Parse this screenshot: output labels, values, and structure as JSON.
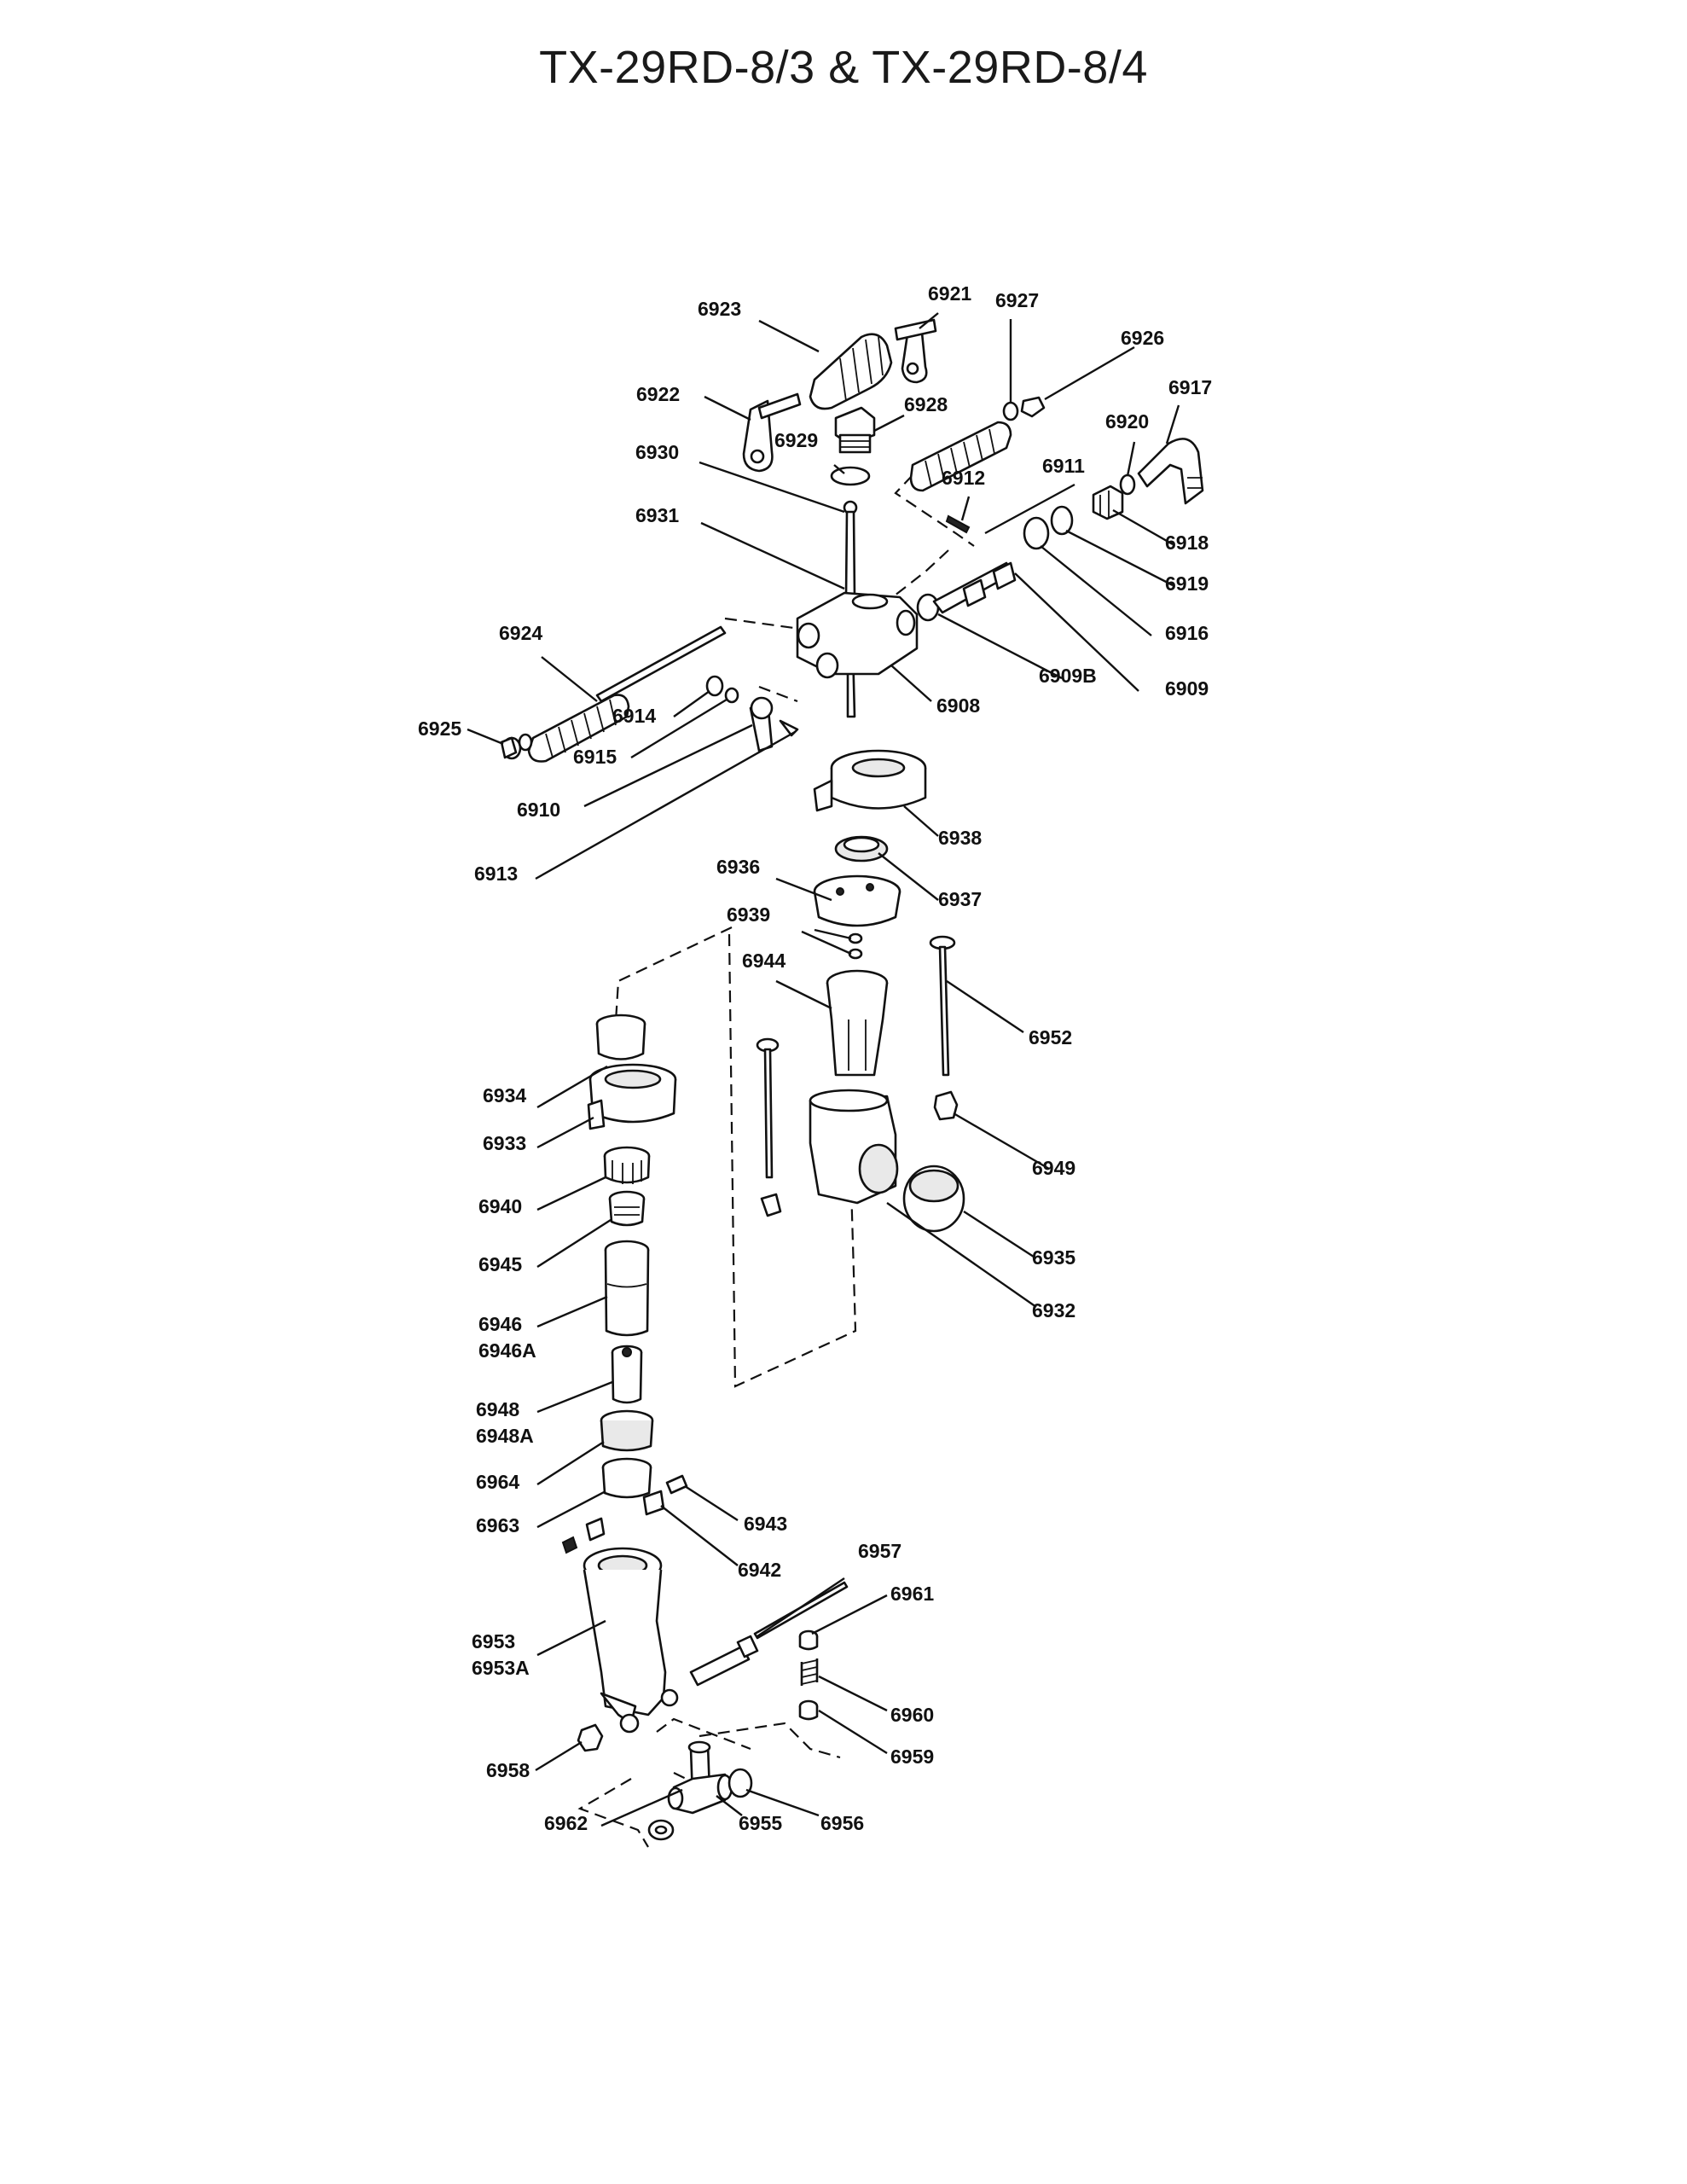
{
  "title": "TX-29RD-8/3 & TX-29RD-8/4",
  "parts": [
    {
      "id": "p6923",
      "text": "6923"
    },
    {
      "id": "p6921",
      "text": "6921"
    },
    {
      "id": "p6927",
      "text": "6927"
    },
    {
      "id": "p6926",
      "text": "6926"
    },
    {
      "id": "p6917",
      "text": "6917"
    },
    {
      "id": "p6922",
      "text": "6922"
    },
    {
      "id": "p6928",
      "text": "6928"
    },
    {
      "id": "p6920",
      "text": "6920"
    },
    {
      "id": "p6929",
      "text": "6929"
    },
    {
      "id": "p6930",
      "text": "6930"
    },
    {
      "id": "p6912",
      "text": "6912"
    },
    {
      "id": "p6911",
      "text": "6911"
    },
    {
      "id": "p6931",
      "text": "6931"
    },
    {
      "id": "p6918",
      "text": "6918"
    },
    {
      "id": "p6919",
      "text": "6919"
    },
    {
      "id": "p6924",
      "text": "6924"
    },
    {
      "id": "p6916",
      "text": "6916"
    },
    {
      "id": "p6909B",
      "text": "6909B"
    },
    {
      "id": "p6909",
      "text": "6909"
    },
    {
      "id": "p6914",
      "text": "6914"
    },
    {
      "id": "p6908",
      "text": "6908"
    },
    {
      "id": "p6925",
      "text": "6925"
    },
    {
      "id": "p6915",
      "text": "6915"
    },
    {
      "id": "p6910",
      "text": "6910"
    },
    {
      "id": "p6938",
      "text": "6938"
    },
    {
      "id": "p6913",
      "text": "6913"
    },
    {
      "id": "p6936",
      "text": "6936"
    },
    {
      "id": "p6937",
      "text": "6937"
    },
    {
      "id": "p6939",
      "text": "6939"
    },
    {
      "id": "p6944",
      "text": "6944"
    },
    {
      "id": "p6952",
      "text": "6952"
    },
    {
      "id": "p6934",
      "text": "6934"
    },
    {
      "id": "p6933",
      "text": "6933"
    },
    {
      "id": "p6949",
      "text": "6949"
    },
    {
      "id": "p6940",
      "text": "6940"
    },
    {
      "id": "p6945",
      "text": "6945"
    },
    {
      "id": "p6935",
      "text": "6935"
    },
    {
      "id": "p6932",
      "text": "6932"
    },
    {
      "id": "p6946",
      "text": "6946"
    },
    {
      "id": "p6946A",
      "text": "6946A"
    },
    {
      "id": "p6948",
      "text": "6948"
    },
    {
      "id": "p6948A",
      "text": "6948A"
    },
    {
      "id": "p6964",
      "text": "6964"
    },
    {
      "id": "p6963",
      "text": "6963"
    },
    {
      "id": "p6943",
      "text": "6943"
    },
    {
      "id": "p6942",
      "text": "6942"
    },
    {
      "id": "p6957",
      "text": "6957"
    },
    {
      "id": "p6961",
      "text": "6961"
    },
    {
      "id": "p6953",
      "text": "6953"
    },
    {
      "id": "p6953A",
      "text": "6953A"
    },
    {
      "id": "p6960",
      "text": "6960"
    },
    {
      "id": "p6959",
      "text": "6959"
    },
    {
      "id": "p6958",
      "text": "6958"
    },
    {
      "id": "p6962",
      "text": "6962"
    },
    {
      "id": "p6955",
      "text": "6955"
    },
    {
      "id": "p6956",
      "text": "6956"
    }
  ]
}
